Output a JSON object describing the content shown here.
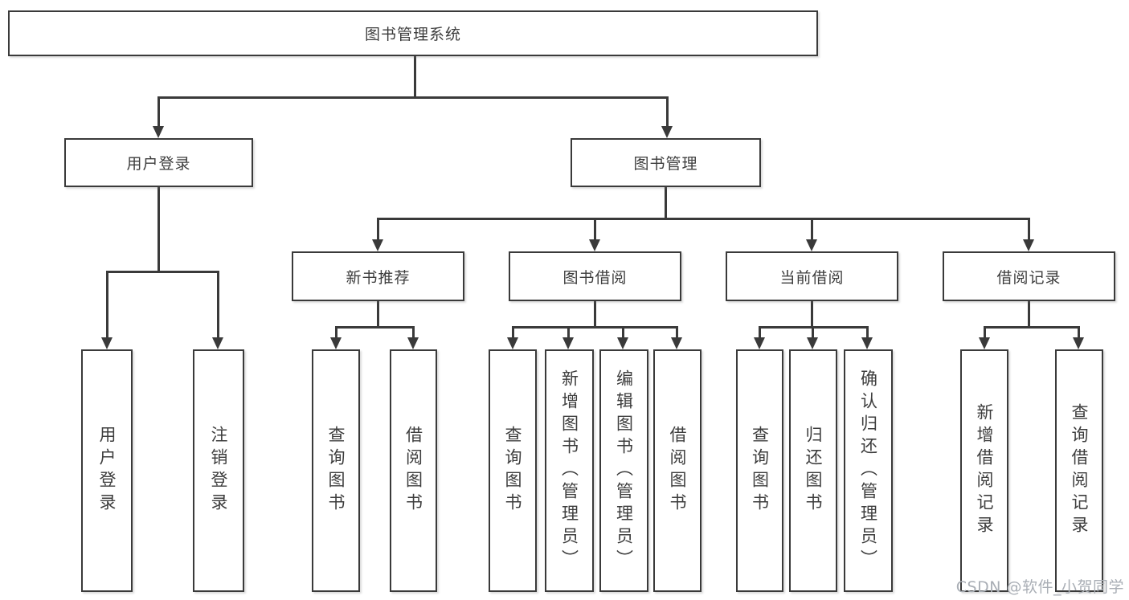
{
  "diagram": {
    "title": "图书管理系统",
    "watermark": "CSDN @软件_小贺同学",
    "colors": {
      "line": "#3a3a3a",
      "text": "#3d3d3d",
      "background": "#ffffff",
      "watermark_text": "#a9aeb5"
    },
    "level2": {
      "user_login": "用户登录",
      "book_mgmt": "图书管理"
    },
    "level3": {
      "new_books": "新书推荐",
      "book_borrow": "图书借阅",
      "current_borrow": "当前借阅",
      "borrow_records": "借阅记录"
    },
    "leaves": {
      "user_login": [
        "用户登录",
        "注销登录"
      ],
      "new_books": [
        "查询图书",
        "借阅图书"
      ],
      "book_borrow": [
        "查询图书",
        "新增图书（管理员）",
        "编辑图书（管理员）",
        "借阅图书"
      ],
      "current_borrow": [
        "查询图书",
        "归还图书",
        "确认归还（管理员）"
      ],
      "borrow_records": [
        "新增借阅记录",
        "查询借阅记录"
      ]
    }
  }
}
